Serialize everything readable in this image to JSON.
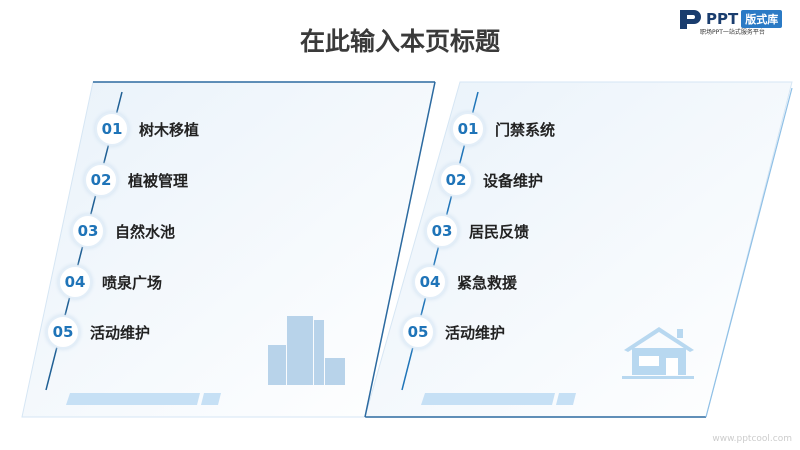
{
  "title": "在此输入本页标题",
  "logo": {
    "brand": "PPT",
    "badge": "版式库",
    "slogan": "职场PPT一站式服务平台"
  },
  "watermark": "www.pptcool.com",
  "left": {
    "items": [
      {
        "n": "01",
        "t": "树木移植"
      },
      {
        "n": "02",
        "t": "植被管理"
      },
      {
        "n": "03",
        "t": "自然水池"
      },
      {
        "n": "04",
        "t": "喷泉广场"
      },
      {
        "n": "05",
        "t": "活动维护"
      }
    ]
  },
  "right": {
    "items": [
      {
        "n": "01",
        "t": "门禁系统"
      },
      {
        "n": "02",
        "t": "设备维护"
      },
      {
        "n": "03",
        "t": "居民反馈"
      },
      {
        "n": "04",
        "t": "紧急救援"
      },
      {
        "n": "05",
        "t": "活动维护"
      }
    ]
  },
  "colors": {
    "accent": "#1f74b8",
    "dark": "#1a5a8c",
    "light": "#c6e0f5"
  }
}
